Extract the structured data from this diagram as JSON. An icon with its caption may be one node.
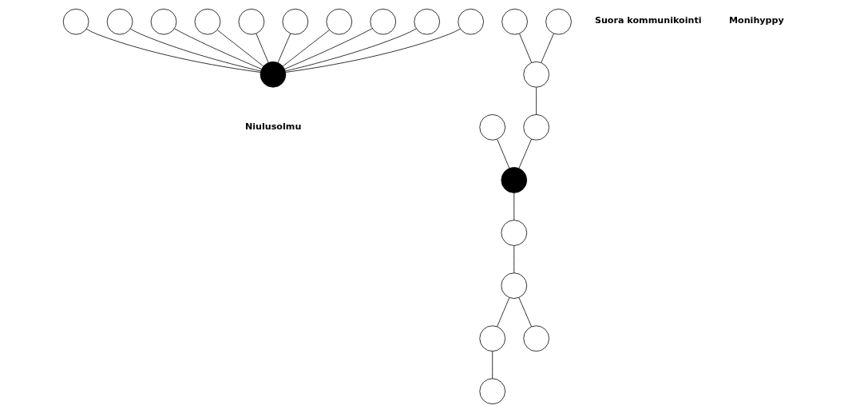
{
  "diagram": {
    "nodes": [
      {
        "text": [],
        "shape": "circle",
        "beside": [
          "Niulusolmu"
        ]
      },
      {
        "text": [],
        "shape": "circle"
      },
      {
        "text": [],
        "shape": "circle"
      },
      {
        "text": [],
        "shape": "circle"
      },
      {
        "text": [],
        "shape": "circle"
      },
      {
        "text": [],
        "shape": "circle"
      },
      {
        "text": [],
        "shape": "circle"
      },
      {
        "text": [],
        "shape": "circle"
      },
      {
        "text": [],
        "shape": "circle"
      },
      {
        "text": [],
        "shape": "circle"
      },
      {
        "text": [],
        "shape": "circle"
      },
      {
        "text": [],
        "shape": "circle"
      },
      {
        "text": [],
        "shape": "circle"
      },
      {
        "text": [],
        "shape": "circle"
      },
      {
        "text": [],
        "shape": "circle"
      },
      {
        "text": [],
        "shape": "circle"
      },
      {
        "text": [],
        "shape": "circle"
      },
      {
        "text": [],
        "shape": "circle"
      },
      {
        "text": [],
        "shape": "circle"
      },
      {
        "text": [],
        "shape": "circle"
      },
      {
        "text": [],
        "shape": "circle"
      },
      {
        "text": [],
        "shape": "circle"
      }
    ],
    "edges": [
      {
        "from": 1,
        "to": 0,
        "arrow": "none"
      },
      {
        "from": 2,
        "to": 0,
        "arrow": "none"
      },
      {
        "from": 3,
        "to": 0,
        "arrow": "none"
      },
      {
        "from": 4,
        "to": 0,
        "arrow": "none"
      },
      {
        "from": 5,
        "to": 0,
        "arrow": "none"
      },
      {
        "from": 6,
        "to": 0,
        "arrow": "none"
      },
      {
        "from": 7,
        "to": 0,
        "arrow": "none"
      },
      {
        "from": 8,
        "to": 0,
        "arrow": "none"
      },
      {
        "from": 9,
        "to": 0,
        "arrow": "none"
      },
      {
        "from": 10,
        "to": 0,
        "arrow": "none"
      },
      {
        "from": 13,
        "to": 16,
        "arrow": "none"
      },
      {
        "from": 14,
        "to": 16,
        "arrow": "none"
      },
      {
        "from": 16,
        "to": 20,
        "arrow": "none"
      },
      {
        "from": 20,
        "to": 11,
        "arrow": "none"
      },
      {
        "from": 17,
        "to": 11,
        "arrow": "none"
      },
      {
        "from": 11,
        "to": 21,
        "arrow": "none"
      },
      {
        "from": 21,
        "to": 18,
        "arrow": "none"
      },
      {
        "from": 18,
        "to": 19,
        "arrow": "none"
      },
      {
        "from": 18,
        "to": 15,
        "arrow": "none"
      },
      {
        "from": 15,
        "to": 12,
        "arrow": "none"
      }
    ],
    "labels": [
      "Suora kommunikointi",
      "Monihyppy"
    ]
  }
}
